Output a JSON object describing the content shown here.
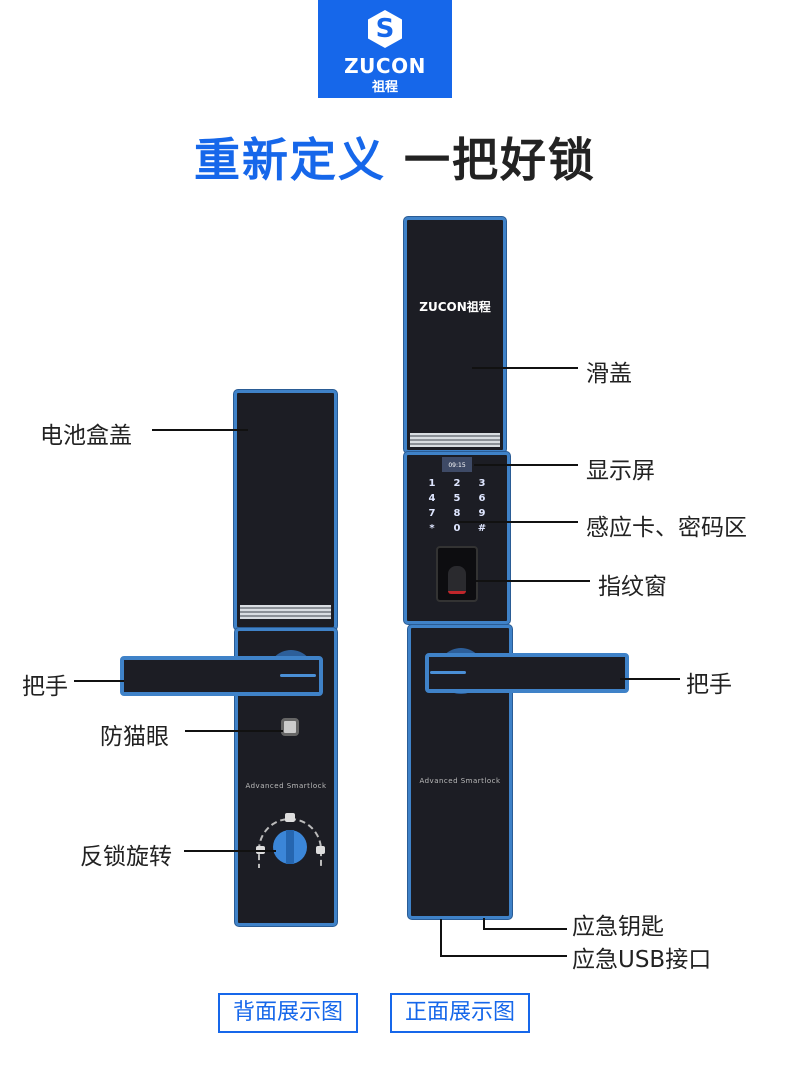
{
  "logo": {
    "brand_en": "ZUCON",
    "brand_cn": "祖程",
    "mark": "S"
  },
  "headline": {
    "part1": "重新定义",
    "part2": "一把好锁"
  },
  "product": {
    "model_text": "Advanced Smartlock",
    "cover_brand": "ZUCON祖程",
    "screen_time": "09:15",
    "keypad": [
      "1",
      "2",
      "3",
      "4",
      "5",
      "6",
      "7",
      "8",
      "9",
      "*",
      "0",
      "#"
    ]
  },
  "labels": {
    "battery_cover": "电池盒盖",
    "slide_cover": "滑盖",
    "display": "显示屏",
    "card_keypad": "感应卡、密码区",
    "fingerprint": "指纹窗",
    "handle_left": "把手",
    "handle_right": "把手",
    "peephole": "防猫眼",
    "deadbolt_knob": "反锁旋转",
    "emergency_key": "应急钥匙",
    "emergency_usb": "应急USB接口"
  },
  "buttons": {
    "back_view": "背面展示图",
    "front_view": "正面展示图"
  },
  "colors": {
    "brand": "#1667ea",
    "frame": "#3f82c8",
    "body": "#1c1d24"
  }
}
